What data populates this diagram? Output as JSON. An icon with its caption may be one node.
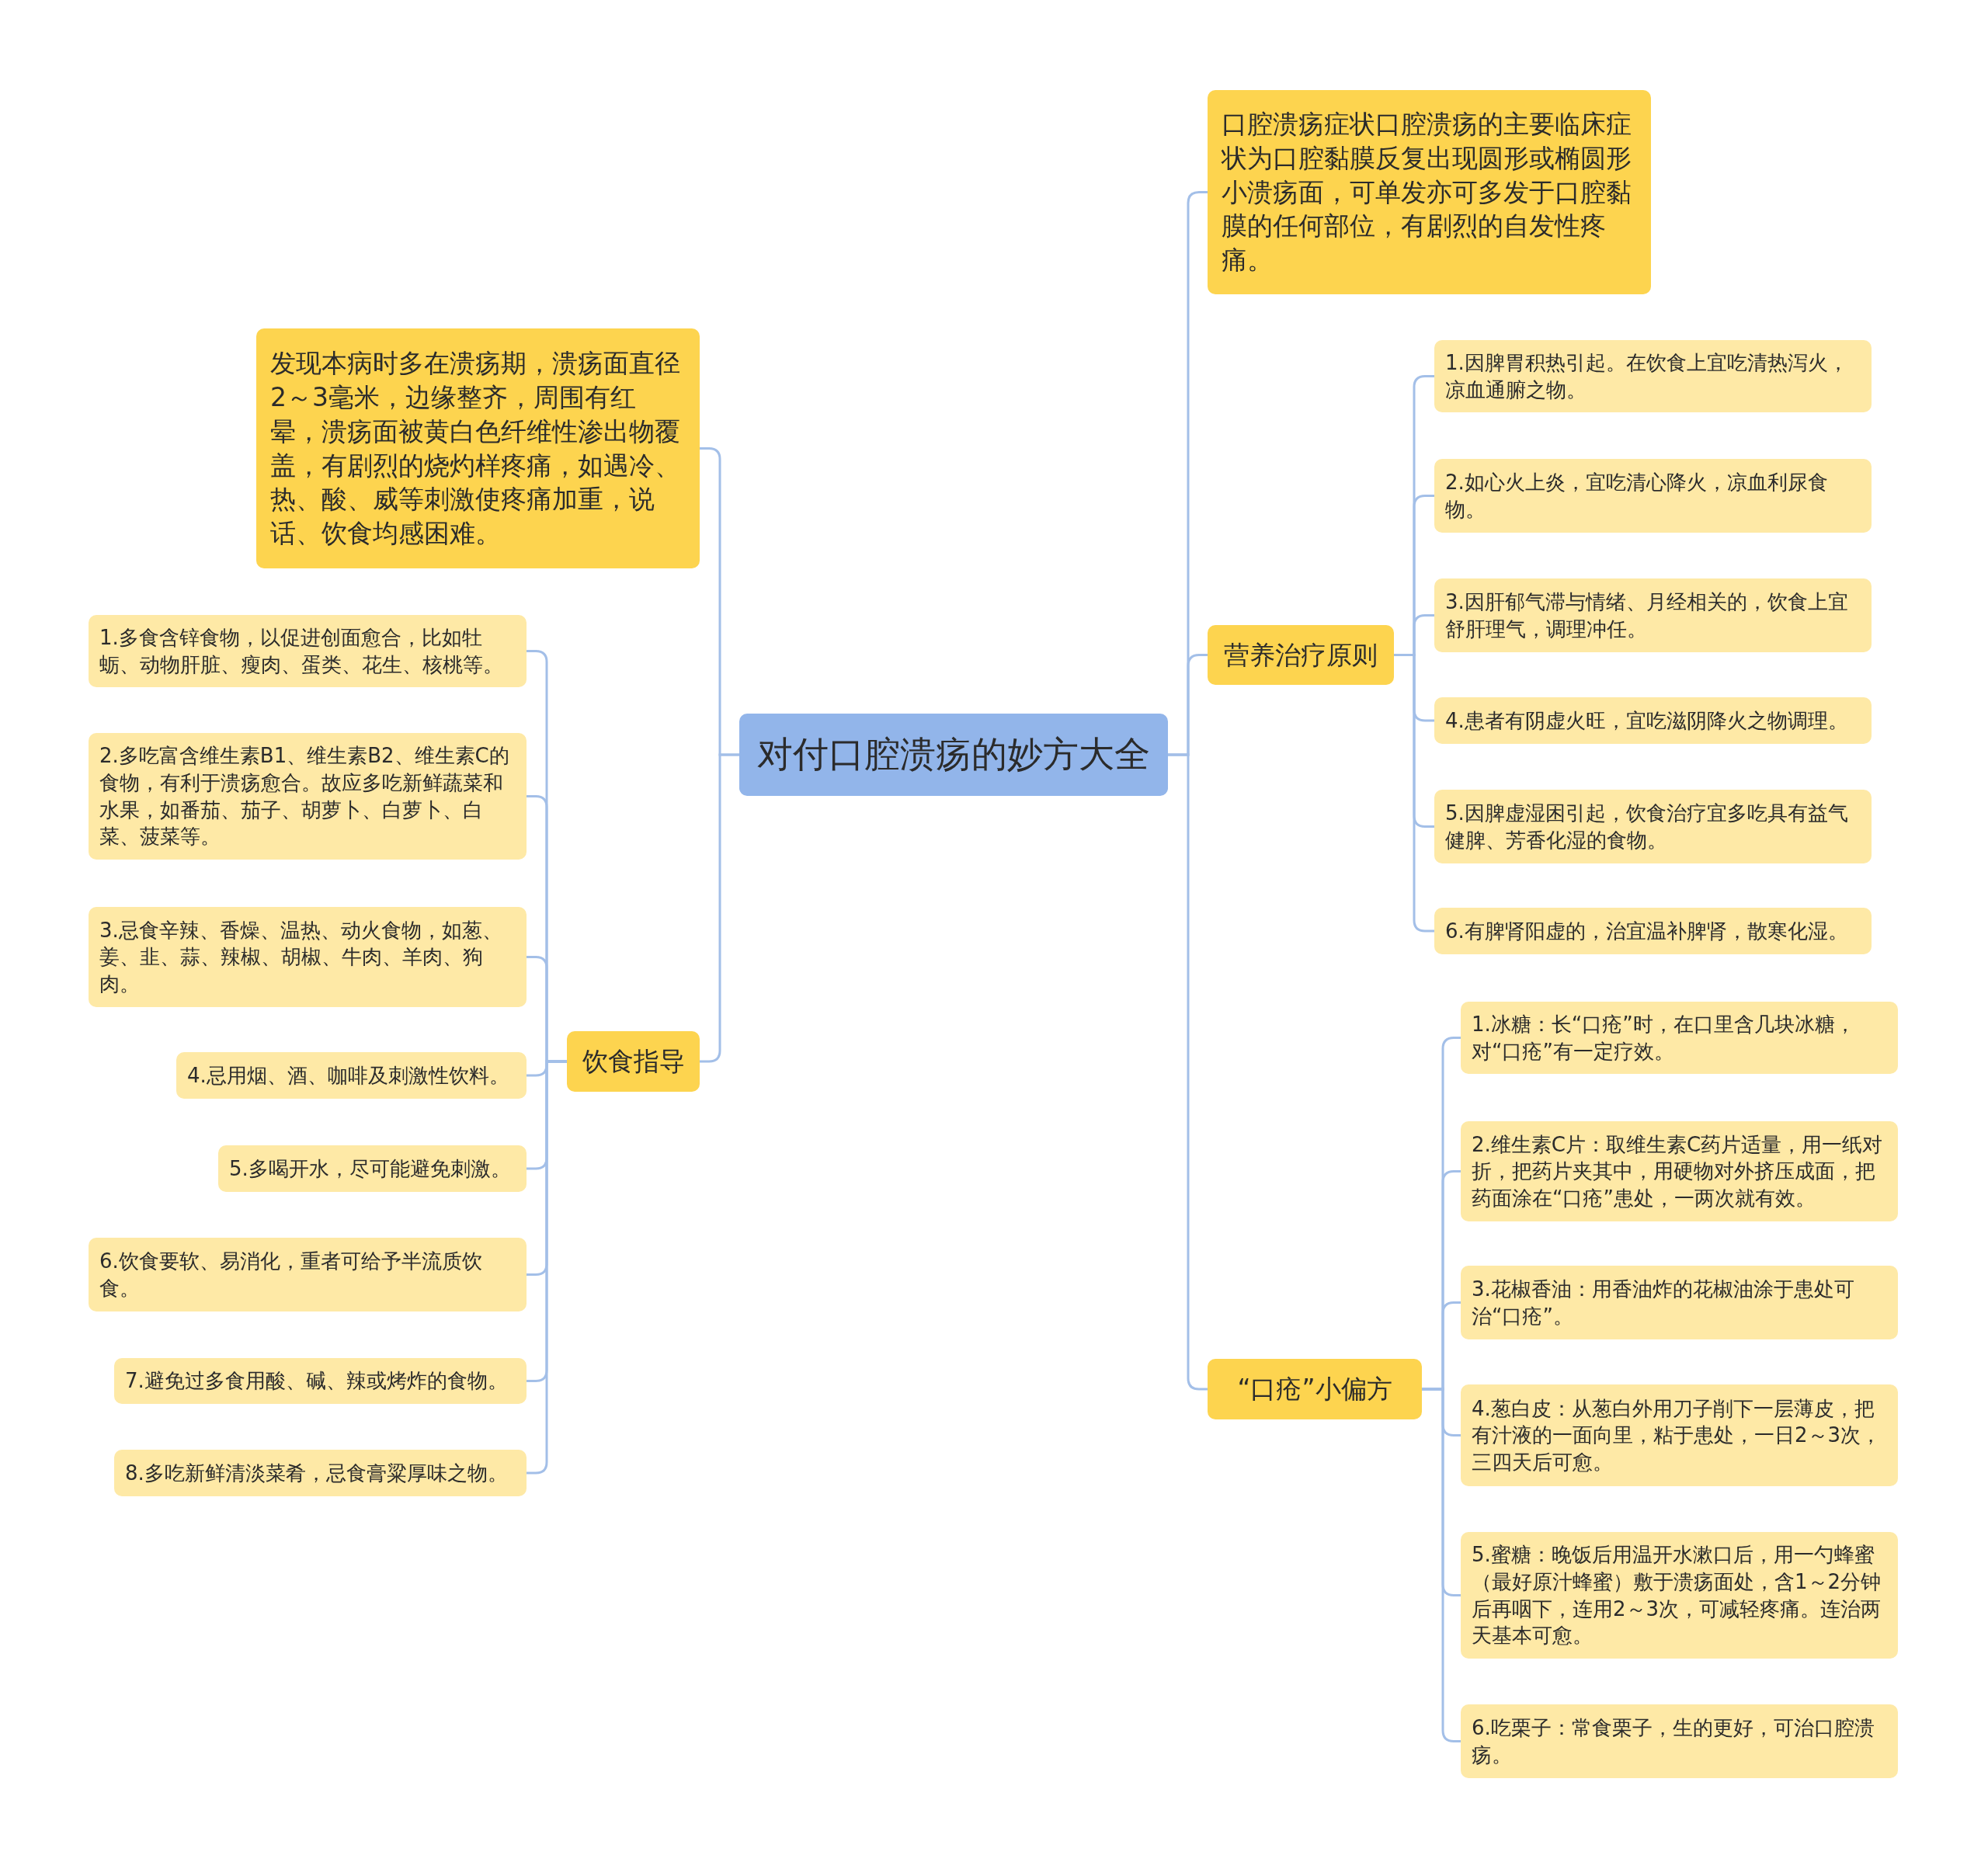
{
  "diagram": {
    "nodes": [
      {
        "text": [
          "对付口腔溃疡的妙方大全"
        ]
      },
      {
        "text": [
          "口腔溃疡症状口腔溃疡的主要临床症状为口腔黏膜反复出现圆形或椭圆形小溃疡面，可单发亦可多发于口腔黏膜的任何部位，有剧烈的自发性疼痛。"
        ]
      },
      {
        "text": [
          "营养治疗原则"
        ]
      },
      {
        "text": [
          "1.因脾胃积热引起。在饮食上宜吃清热泻火，凉血通腑之物。"
        ]
      },
      {
        "text": [
          "2.如心火上炎，宜吃清心降火，凉血利尿食物。"
        ]
      },
      {
        "text": [
          "3.因肝郁气滞与情绪、月经相关的，饮食上宜舒肝理气，调理冲任。"
        ]
      },
      {
        "text": [
          "4.患者有阴虚火旺，宜吃滋阴降火之物调理。"
        ]
      },
      {
        "text": [
          "5.因脾虚湿困引起，饮食治疗宜多吃具有益气健脾、芳香化湿的食物。"
        ]
      },
      {
        "text": [
          "6.有脾肾阳虚的，治宜温补脾肾，散寒化湿。"
        ]
      },
      {
        "text": [
          "“口疮”小偏方"
        ]
      },
      {
        "text": [
          "1.冰糖：长“口疮”时，在口里含几块冰糖，对“口疮”有一定疗效。"
        ]
      },
      {
        "text": [
          "2.维生素C片：取维生素C药片适量，用一纸对折，把药片夹其中，用硬物对外挤压成面，把药面涂在“口疮”患处，一两次就有效。"
        ]
      },
      {
        "text": [
          "3.花椒香油：用香油炸的花椒油涂于患处可治“口疮”。"
        ]
      },
      {
        "text": [
          "4.葱白皮：从葱白外用刀子削下一层薄皮，把有汁液的一面向里，粘于患处，一日2～3次，三四天后可愈。"
        ]
      },
      {
        "text": [
          "5.蜜糖：晚饭后用温开水漱口后，用一勺蜂蜜（最好原汁蜂蜜）敷于溃疡面处，含1～2分钟后再咽下，连用2～3次，可减轻疼痛。连治两天基本可愈。"
        ]
      },
      {
        "text": [
          "6.吃栗子：常食栗子，生的更好，可治口腔溃疡。"
        ]
      },
      {
        "text": [
          "发现本病时多在溃疡期，溃疡面直径2～3毫米，边缘整齐，周围有红晕，溃疡面被黄白色纤维性渗出物覆盖，有剧烈的烧灼样疼痛，如遇冷、热、酸、威等刺激使疼痛加重，说话、饮食均感困难。"
        ]
      },
      {
        "text": [
          "饮食指导"
        ]
      },
      {
        "text": [
          "1.多食含锌食物，以促进创面愈合，比如牡蛎、动物肝脏、瘦肉、蛋类、花生、核桃等。"
        ]
      },
      {
        "text": [
          "2.多吃富含维生素B1、维生素B2、维生素C的食物，有利于溃疡愈合。故应多吃新鲜蔬菜和水果，如番茄、茄子、胡萝卜、白萝卜、白菜、菠菜等。"
        ]
      },
      {
        "text": [
          "3.忌食辛辣、香燥、温热、动火食物，如葱、姜、韭、蒜、辣椒、胡椒、牛肉、羊肉、狗肉。"
        ]
      },
      {
        "text": [
          "4.忌用烟、酒、咖啡及刺激性饮料。"
        ]
      },
      {
        "text": [
          "5.多喝开水，尽可能避免刺激。"
        ]
      },
      {
        "text": [
          "6.饮食要软、易消化，重者可给予半流质饮食。"
        ]
      },
      {
        "text": [
          "7.避免过多食用酸、碱、辣或烤炸的食物。"
        ]
      },
      {
        "text": [
          "8.多吃新鲜清淡菜肴，忌食膏粱厚味之物。"
        ]
      }
    ],
    "edges": [
      {
        "from": 0,
        "to": 1,
        "arrow": "none"
      },
      {
        "from": 0,
        "to": 2,
        "arrow": "none"
      },
      {
        "from": 2,
        "to": 3,
        "arrow": "none"
      },
      {
        "from": 2,
        "to": 4,
        "arrow": "none"
      },
      {
        "from": 2,
        "to": 5,
        "arrow": "none"
      },
      {
        "from": 2,
        "to": 6,
        "arrow": "none"
      },
      {
        "from": 2,
        "to": 7,
        "arrow": "none"
      },
      {
        "from": 2,
        "to": 8,
        "arrow": "none"
      },
      {
        "from": 0,
        "to": 9,
        "arrow": "none"
      },
      {
        "from": 9,
        "to": 10,
        "arrow": "none"
      },
      {
        "from": 9,
        "to": 11,
        "arrow": "none"
      },
      {
        "from": 9,
        "to": 12,
        "arrow": "none"
      },
      {
        "from": 9,
        "to": 13,
        "arrow": "none"
      },
      {
        "from": 9,
        "to": 14,
        "arrow": "none"
      },
      {
        "from": 9,
        "to": 15,
        "arrow": "none"
      },
      {
        "from": 0,
        "to": 16,
        "arrow": "none"
      },
      {
        "from": 0,
        "to": 17,
        "arrow": "none"
      },
      {
        "from": 17,
        "to": 18,
        "arrow": "none"
      },
      {
        "from": 17,
        "to": 19,
        "arrow": "none"
      },
      {
        "from": 17,
        "to": 20,
        "arrow": "none"
      },
      {
        "from": 17,
        "to": 21,
        "arrow": "none"
      },
      {
        "from": 17,
        "to": 22,
        "arrow": "none"
      },
      {
        "from": 17,
        "to": 23,
        "arrow": "none"
      },
      {
        "from": 17,
        "to": 24,
        "arrow": "none"
      },
      {
        "from": 17,
        "to": 25,
        "arrow": "none"
      }
    ]
  }
}
